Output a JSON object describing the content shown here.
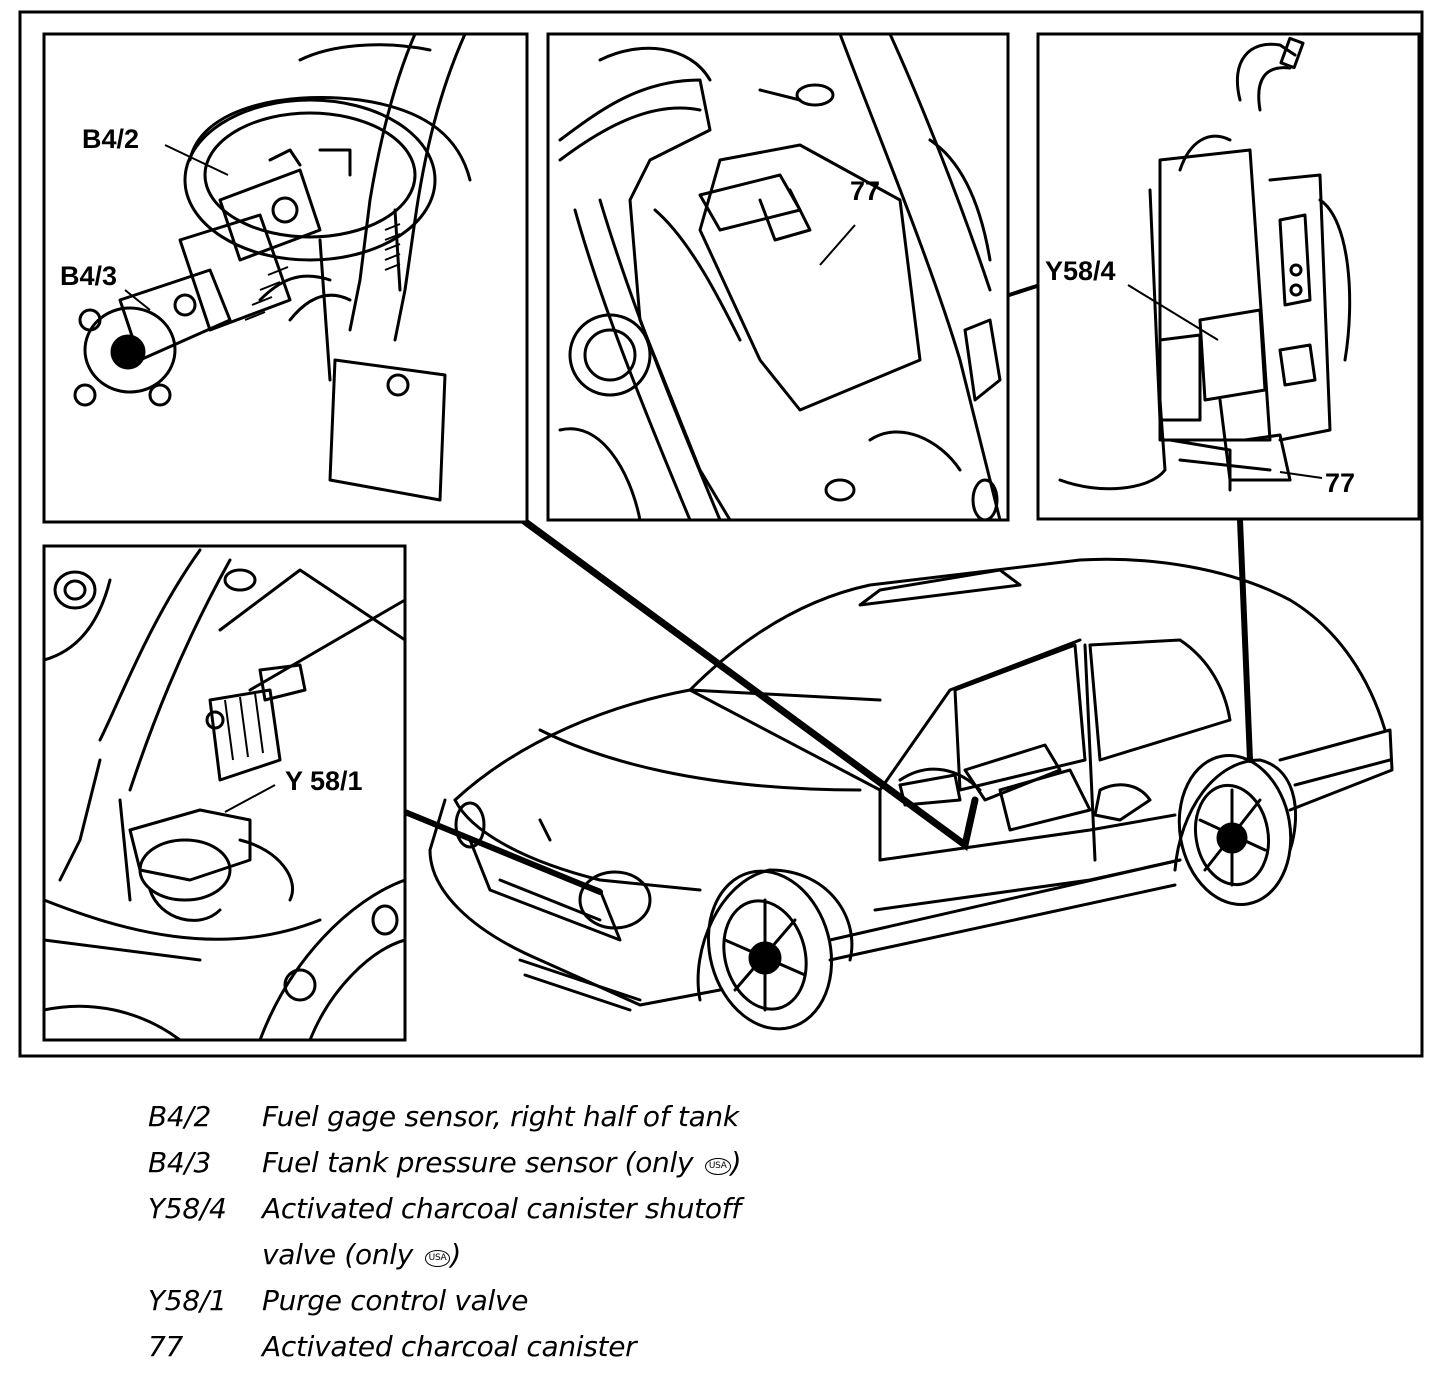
{
  "callouts": {
    "b4_2": "B4/2",
    "b4_3": "B4/3",
    "c77_top": "77",
    "y58_4": "Y58/4",
    "c77_right": "77",
    "y58_1": "Y 58/1"
  },
  "usa_mark": "USA",
  "legend": [
    {
      "code": "B4/2",
      "desc": "Fuel gage sensor, right half of tank"
    },
    {
      "code": "B4/3",
      "desc": "Fuel tank pressure sensor (only ",
      "mark": true,
      "after": ")"
    },
    {
      "code": "Y58/4",
      "desc": "Activated charcoal canister shutoff"
    },
    {
      "code": "",
      "desc": "valve (only ",
      "mark": true,
      "after": ")"
    },
    {
      "code": "Y58/1",
      "desc": "Purge control valve"
    },
    {
      "code": "77",
      "desc": "Activated charcoal canister"
    }
  ]
}
